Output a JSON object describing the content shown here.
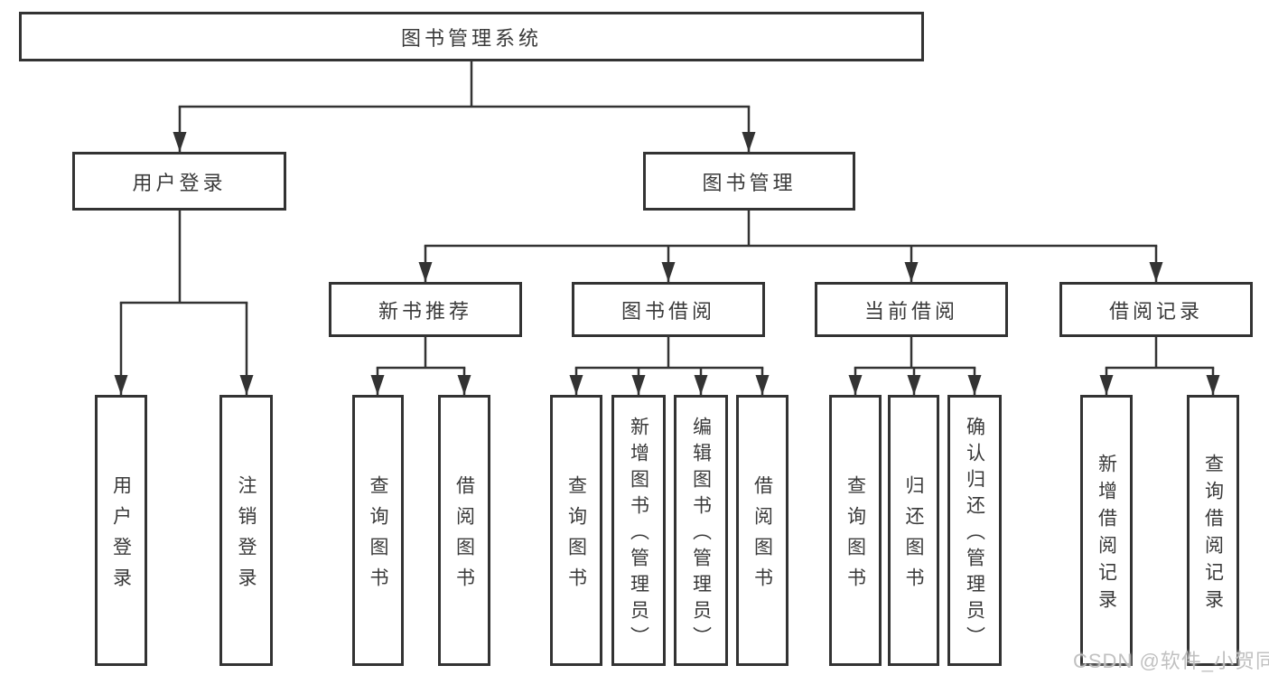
{
  "root": {
    "label": "图书管理系统"
  },
  "level2": [
    {
      "label": "用户登录",
      "parent": "图书管理系统"
    },
    {
      "label": "图书管理",
      "parent": "图书管理系统"
    }
  ],
  "level3": [
    {
      "label": "新书推荐",
      "parent": "图书管理"
    },
    {
      "label": "图书借阅",
      "parent": "图书管理"
    },
    {
      "label": "当前借阅",
      "parent": "图书管理"
    },
    {
      "label": "借阅记录",
      "parent": "图书管理"
    }
  ],
  "leaves": [
    {
      "label": "用户登录",
      "parent": "用户登录"
    },
    {
      "label": "注销登录",
      "parent": "用户登录"
    },
    {
      "label": "查询图书",
      "parent": "新书推荐"
    },
    {
      "label": "借阅图书",
      "parent": "新书推荐"
    },
    {
      "label": "查询图书",
      "parent": "图书借阅"
    },
    {
      "label": "新增图书（管理员）",
      "parent": "图书借阅"
    },
    {
      "label": "编辑图书（管理员）",
      "parent": "图书借阅"
    },
    {
      "label": "借阅图书",
      "parent": "图书借阅"
    },
    {
      "label": "查询图书",
      "parent": "当前借阅"
    },
    {
      "label": "归还图书",
      "parent": "当前借阅"
    },
    {
      "label": "确认归还（管理员）",
      "parent": "当前借阅"
    },
    {
      "label": "新增借阅记录",
      "parent": "借阅记录"
    },
    {
      "label": "查询借阅记录",
      "parent": "借阅记录"
    }
  ],
  "watermark": {
    "text": "CSDN @软件_小贺同学"
  },
  "colors": {
    "line": "#333333",
    "box_background": "#ffffff",
    "watermark": "#bebebe"
  }
}
